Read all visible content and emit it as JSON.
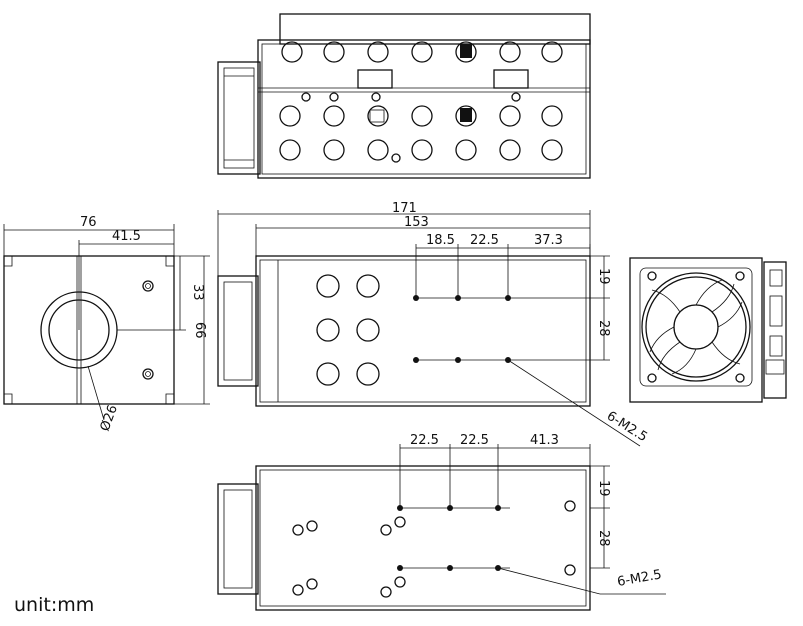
{
  "units_label": "unit:mm",
  "dimensions": {
    "total_length": "171",
    "body_length": "153",
    "top_pitch_1": "18.5",
    "top_pitch_2": "22.5",
    "top_pitch_3": "37.3",
    "side_offset_top": "19",
    "side_row_gap": "28",
    "hole_callout_side": "6-M2.5",
    "bottom_pitch_1": "22.5",
    "bottom_pitch_2": "22.5",
    "bottom_pitch_3": "41.3",
    "bottom_offset_top": "19",
    "bottom_row_gap": "28",
    "hole_callout_bottom": "6-M2.5",
    "front_width": "76",
    "front_half": "41.5",
    "front_center_height": "33",
    "front_height": "66",
    "lens_diameter": "Ø26"
  }
}
